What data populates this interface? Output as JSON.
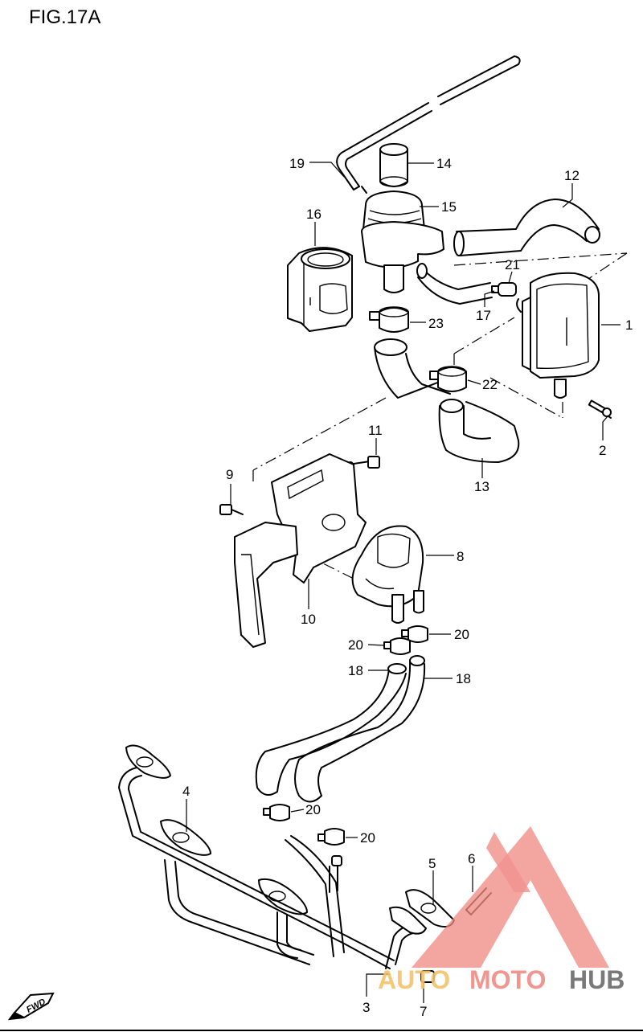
{
  "figure": {
    "title": "FIG.17A"
  },
  "callouts": [
    {
      "id": "c19",
      "label": "19"
    },
    {
      "id": "c14",
      "label": "14"
    },
    {
      "id": "c12",
      "label": "12"
    },
    {
      "id": "c15",
      "label": "15"
    },
    {
      "id": "c16",
      "label": "16"
    },
    {
      "id": "c21",
      "label": "21"
    },
    {
      "id": "c17",
      "label": "17"
    },
    {
      "id": "c1",
      "label": "1"
    },
    {
      "id": "c23",
      "label": "23"
    },
    {
      "id": "c22",
      "label": "22"
    },
    {
      "id": "c2",
      "label": "2"
    },
    {
      "id": "c11",
      "label": "11"
    },
    {
      "id": "c13",
      "label": "13"
    },
    {
      "id": "c9",
      "label": "9"
    },
    {
      "id": "c8",
      "label": "8"
    },
    {
      "id": "c10",
      "label": "10"
    },
    {
      "id": "c20a",
      "label": "20"
    },
    {
      "id": "c20b",
      "label": "20"
    },
    {
      "id": "c18a",
      "label": "18"
    },
    {
      "id": "c18b",
      "label": "18"
    },
    {
      "id": "c4",
      "label": "4"
    },
    {
      "id": "c20c",
      "label": "20"
    },
    {
      "id": "c20d",
      "label": "20"
    },
    {
      "id": "c5",
      "label": "5"
    },
    {
      "id": "c6",
      "label": "6"
    },
    {
      "id": "c3",
      "label": "3"
    },
    {
      "id": "c7",
      "label": "7"
    }
  ],
  "fwd_badge": "FWD",
  "watermark": {
    "word_a": "AUTO",
    "word_b": "MOTO",
    "word_c": "HUB",
    "color_a": "#f5c16a",
    "color_b": "#f08a84",
    "color_c": "#6b6b6b",
    "triangle_color": "#f08a84"
  }
}
